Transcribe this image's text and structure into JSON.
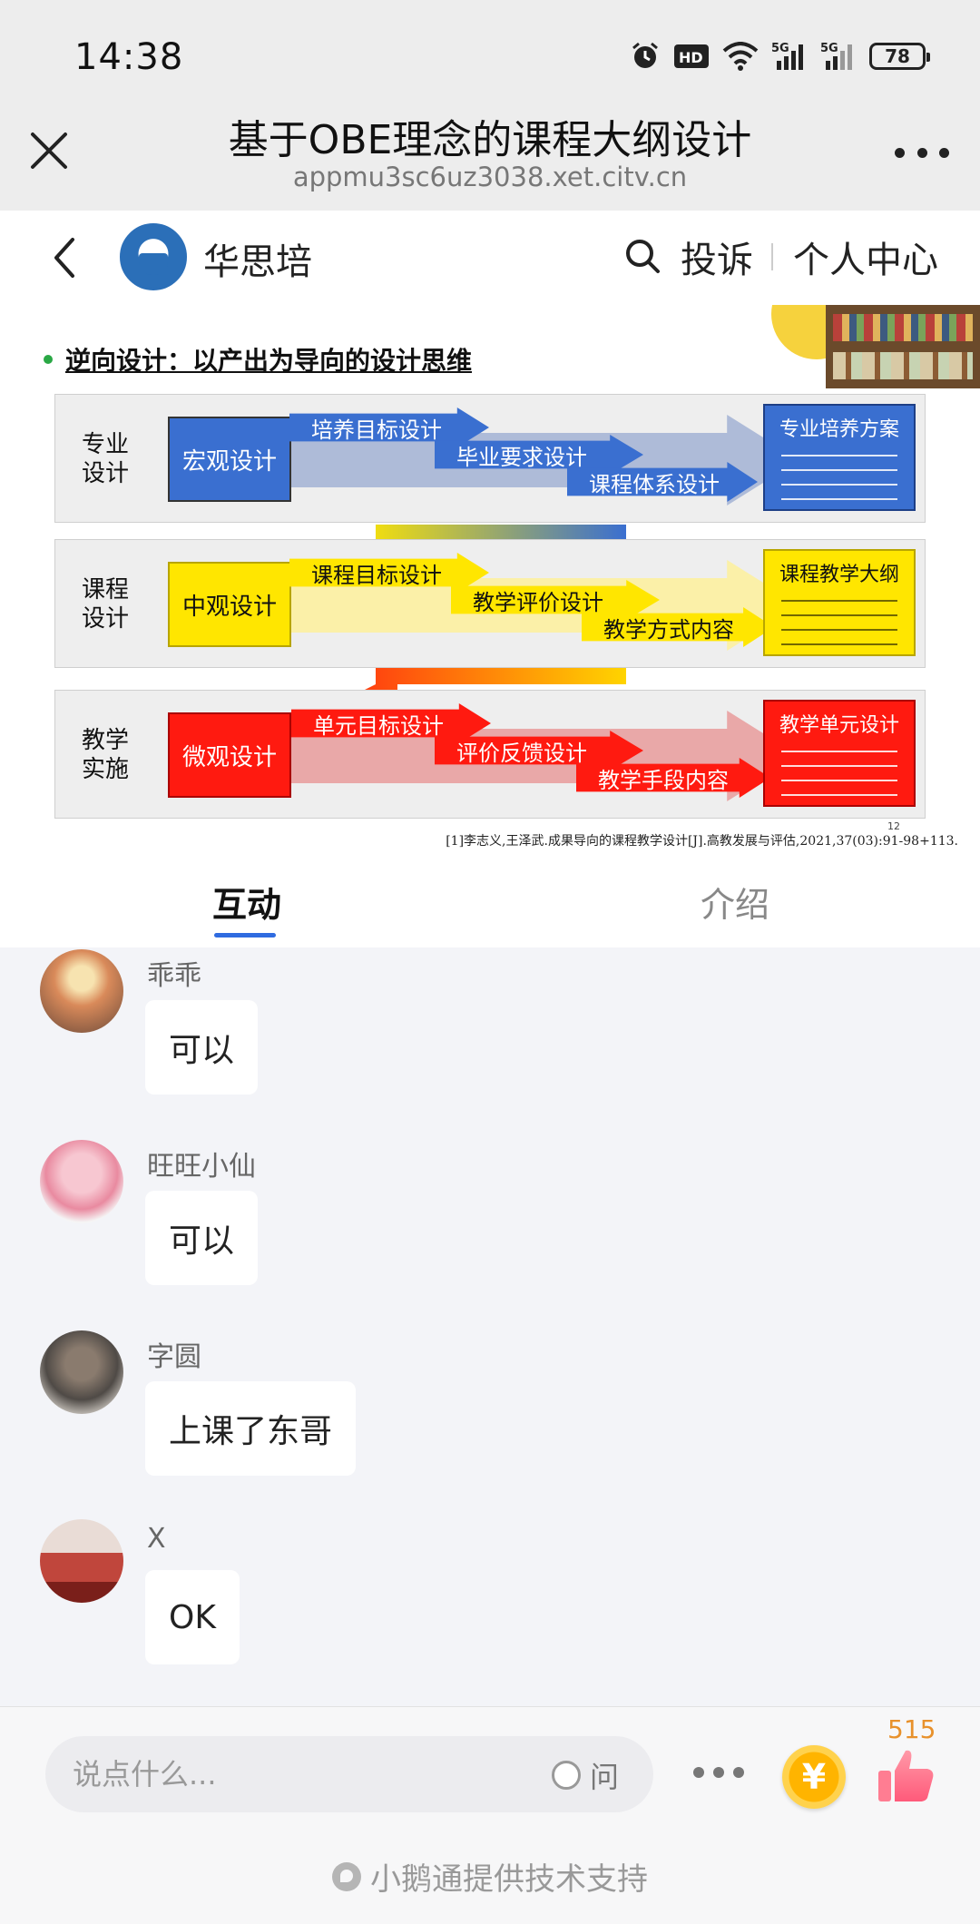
{
  "status_bar": {
    "time": "14:38",
    "battery": "78",
    "hd_label": "HD",
    "signal1": "5G",
    "signal2": "5G"
  },
  "title_bar": {
    "title": "基于OBE理念的课程大纲设计",
    "url": "appmu3sc6uz3038.xet.citv.cn"
  },
  "nav": {
    "brand": "华思培",
    "complain": "投诉",
    "personal": "个人中心"
  },
  "slide": {
    "heading": "逆向设计：以产出为导向的设计思维",
    "rows": [
      {
        "label": "专业\n设计",
        "main": "宏观设计",
        "steps": [
          "培养目标设计",
          "毕业要求设计",
          "课程体系设计"
        ],
        "output": "专业培养方案",
        "color": "#3a6fd0",
        "light": "#aebbd8"
      },
      {
        "label": "课程\n设计",
        "main": "中观设计",
        "steps": [
          "课程目标设计",
          "教学评价设计",
          "教学方式内容"
        ],
        "output": "课程教学大纲",
        "color": "#ffe600",
        "light": "#fbf0a8"
      },
      {
        "label": "教学\n实施",
        "main": "微观设计",
        "steps": [
          "单元目标设计",
          "评价反馈设计",
          "教学手段内容"
        ],
        "output": "教学单元设计",
        "color": "#ff1a10",
        "light": "#e9a8a8"
      }
    ],
    "reference": "[1]李志义,王泽武.成果导向的课程教学设计[J].高教发展与评估,2021,37(03):91-98+113.",
    "page_number": "12"
  },
  "tabs": {
    "active": "互动",
    "inactive": "介绍"
  },
  "messages": [
    {
      "name": "乖乖",
      "text": "可以",
      "avatar_color": "#d98a5a"
    },
    {
      "name": "旺旺小仙",
      "text": "可以",
      "avatar_color": "#f2a8b8"
    },
    {
      "name": "字圆",
      "text": "上课了东哥",
      "avatar_color": "#6e6a66"
    },
    {
      "name": "X",
      "text": "OK",
      "avatar_color": "#c0463c"
    }
  ],
  "input": {
    "placeholder": "说点什么...",
    "ask": "问",
    "coin_symbol": "¥",
    "like_count": "515"
  },
  "footer": {
    "powered_by": "小鹅通提供技术支持"
  }
}
